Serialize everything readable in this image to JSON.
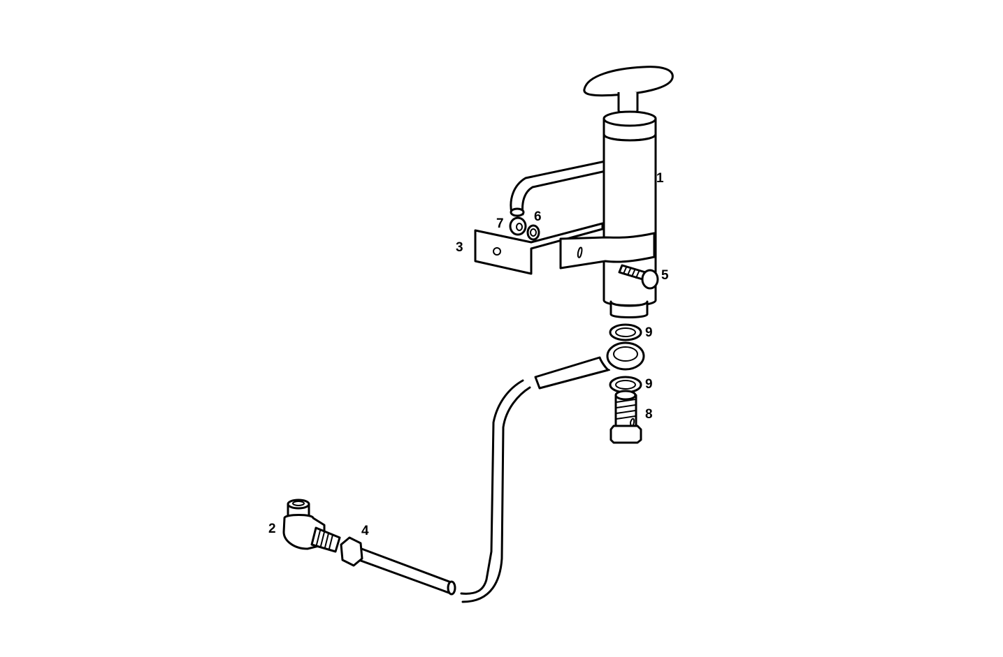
{
  "diagram": {
    "callouts": [
      "1",
      "2",
      "3",
      "4",
      "5",
      "6",
      "7",
      "8",
      "9",
      "9"
    ]
  }
}
